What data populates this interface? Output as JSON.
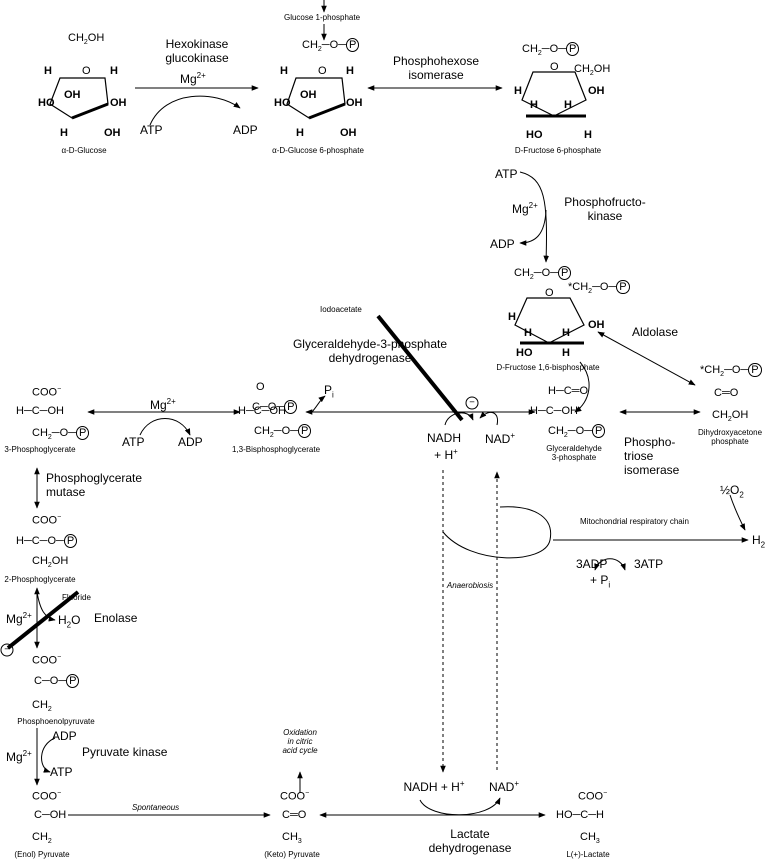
{
  "compounds": {
    "glucose": "α-D-Glucose",
    "g6p": "α-D-Glucose 6-phosphate",
    "f6p": "D-Fructose 6-phosphate",
    "f16bp": "D-Fructose 1,6-bisphosphate",
    "dhap": "Dihydroxyacetone\nphosphate",
    "gap": "Glyceraldehyde\n3-phosphate",
    "bpg13": "1,3-Bisphosphoglycerate",
    "pg3": "3-Phosphoglycerate",
    "pg2": "2-Phosphoglycerate",
    "pep": "Phosphoenolpyruvate",
    "enol_pyruvate": "(Enol) Pyruvate",
    "keto_pyruvate": "(Keto) Pyruvate",
    "lactate": "L(+)-Lactate",
    "g1p": "Glucose 1-phosphate"
  },
  "enzymes": {
    "hexokinase": "Hexokinase\nglucokinase",
    "isomerase": "Phosphohexose\nisomerase",
    "pfk": "Phosphofructo-\nkinase",
    "aldolase": "Aldolase",
    "tpi": "Phospho-\ntriose\nisomerase",
    "gapdh": "Glyceraldehyde-3-phosphate\ndehydrogenase",
    "pgm": "Phosphoglycerate\nmutase",
    "enolase": "Enolase",
    "pk": "Pyruvate kinase",
    "ldh": "Lactate\ndehydrogenase"
  },
  "cofactors": {
    "mg": "Mg",
    "mg_sup": "2+",
    "atp": "ATP",
    "adp": "ADP",
    "pi": "P",
    "pi_sub": "i",
    "nadh": "NADH",
    "hplus": "+ H",
    "nad": "NAD",
    "h2o": "H",
    "h2o_rest": "O",
    "o2": "½O",
    "h2": "H",
    "adp3": "3ADP",
    "atp3": "3ATP",
    "plus_pi": "+ P"
  },
  "inhibitors": {
    "iodoacetate": "Iodoacetate",
    "fluoride": "Fluoride",
    "minus": "−"
  },
  "annotations": {
    "resp_chain": "Mitochondrial respiratory chain",
    "anaerobiosis": "Anaerobiosis",
    "spontaneous": "Spontaneous",
    "oxidation": "Oxidation\nin citric\nacid cycle"
  },
  "structures": {
    "ch2oh": "CH",
    "oh": "OH",
    "h": "H",
    "o": "O",
    "p": "P",
    "coo": "COO",
    "ch2": "CH",
    "ch3": "CH",
    "c_o": "C═O",
    "h_co": "H─C═O",
    "h_c_oh": "H─C─OH",
    "ho_c_h": "HO─C─H",
    "c_oh": "C─OH",
    "h_c_o": "H─C─O─",
    "ch2_o": "CH",
    "c_o_p": "C─O─",
    "star": "*"
  }
}
